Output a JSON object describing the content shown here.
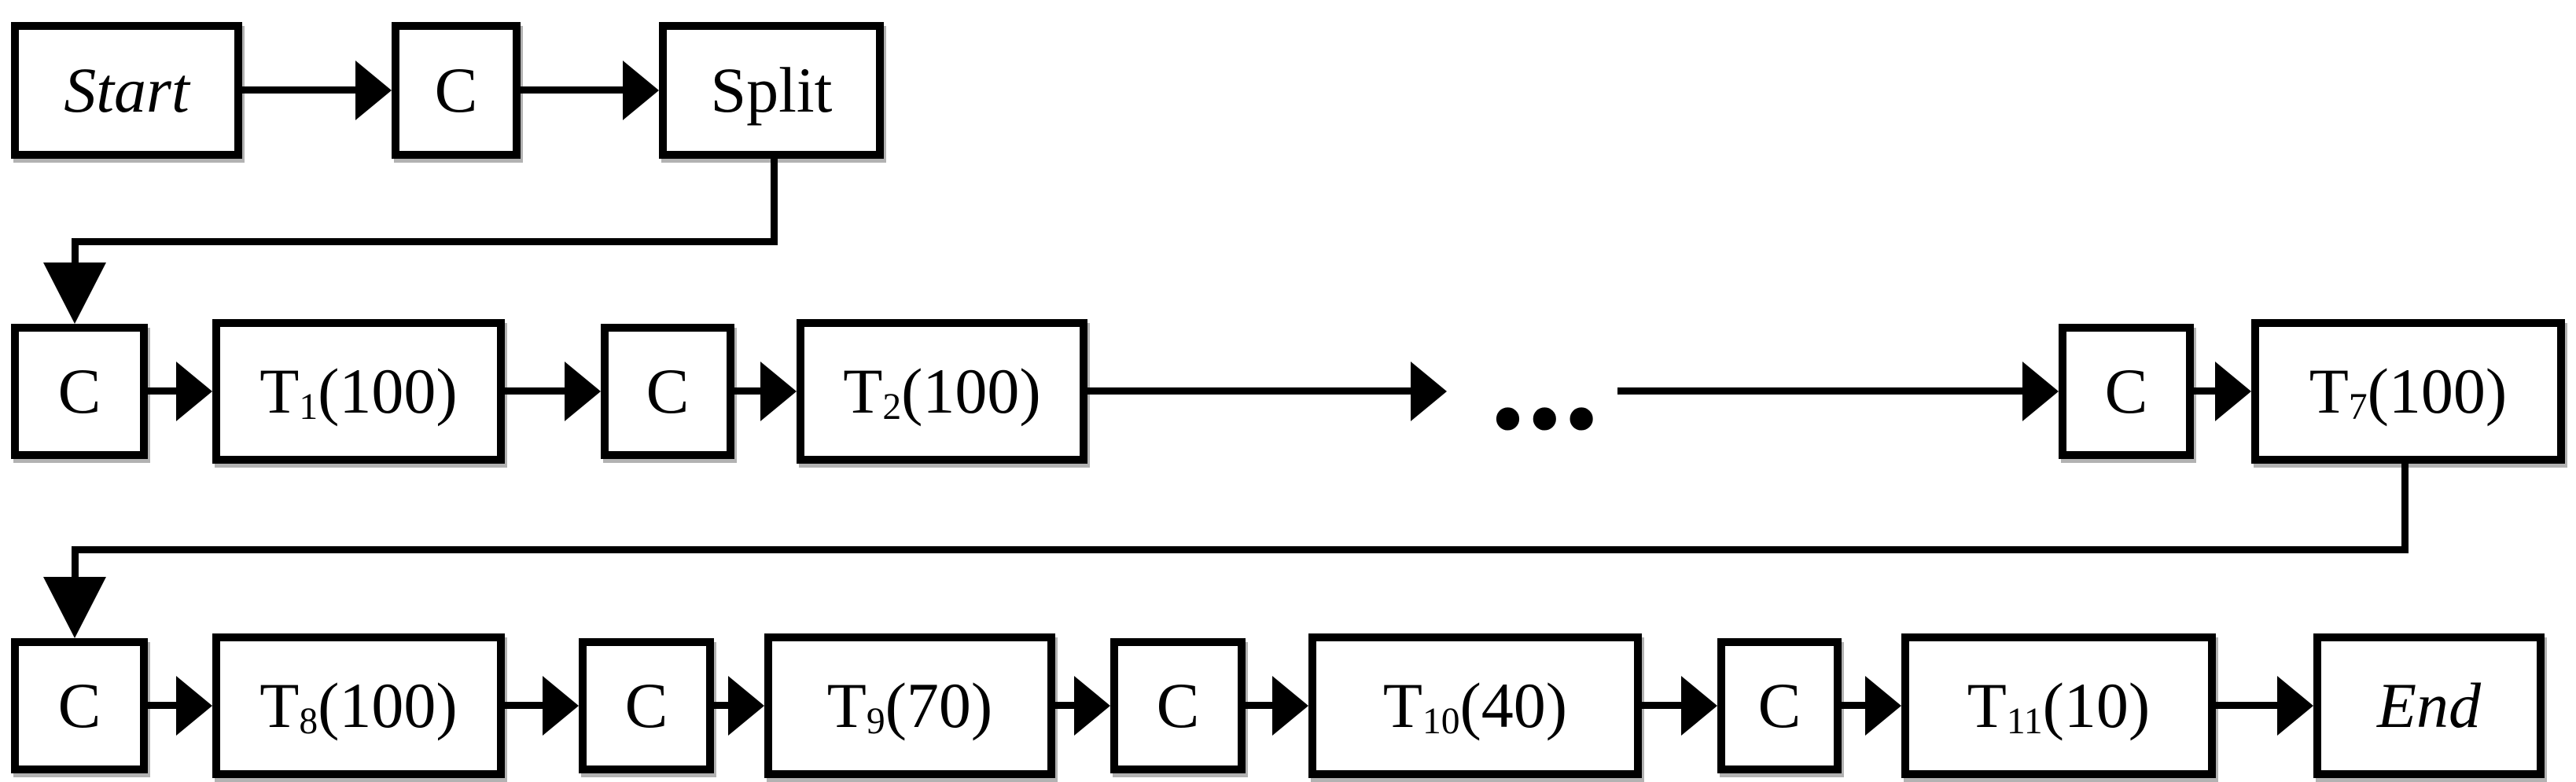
{
  "diagram": {
    "background_color": "#ffffff",
    "line_color": "#000000",
    "nodes": {
      "start": "Start",
      "c_top": "C",
      "split": "Split",
      "c1": "C",
      "t1": {
        "base": "T",
        "sub": "1",
        "cap": "(100)"
      },
      "c2": "C",
      "t2": {
        "base": "T",
        "sub": "2",
        "cap": "(100)"
      },
      "ellipsis": "...",
      "c7": "C",
      "t7": {
        "base": "T",
        "sub": "7",
        "cap": "(100)"
      },
      "c8": "C",
      "t8": {
        "base": "T",
        "sub": "8",
        "cap": "(100)"
      },
      "c9": "C",
      "t9": {
        "base": "T",
        "sub": "9",
        "cap": "(70)"
      },
      "c10": "C",
      "t10": {
        "base": "T",
        "sub": "10",
        "cap": "(40)"
      },
      "c11": "C",
      "t11": {
        "base": "T",
        "sub": "11",
        "cap": "(10)"
      },
      "end": "End"
    }
  }
}
